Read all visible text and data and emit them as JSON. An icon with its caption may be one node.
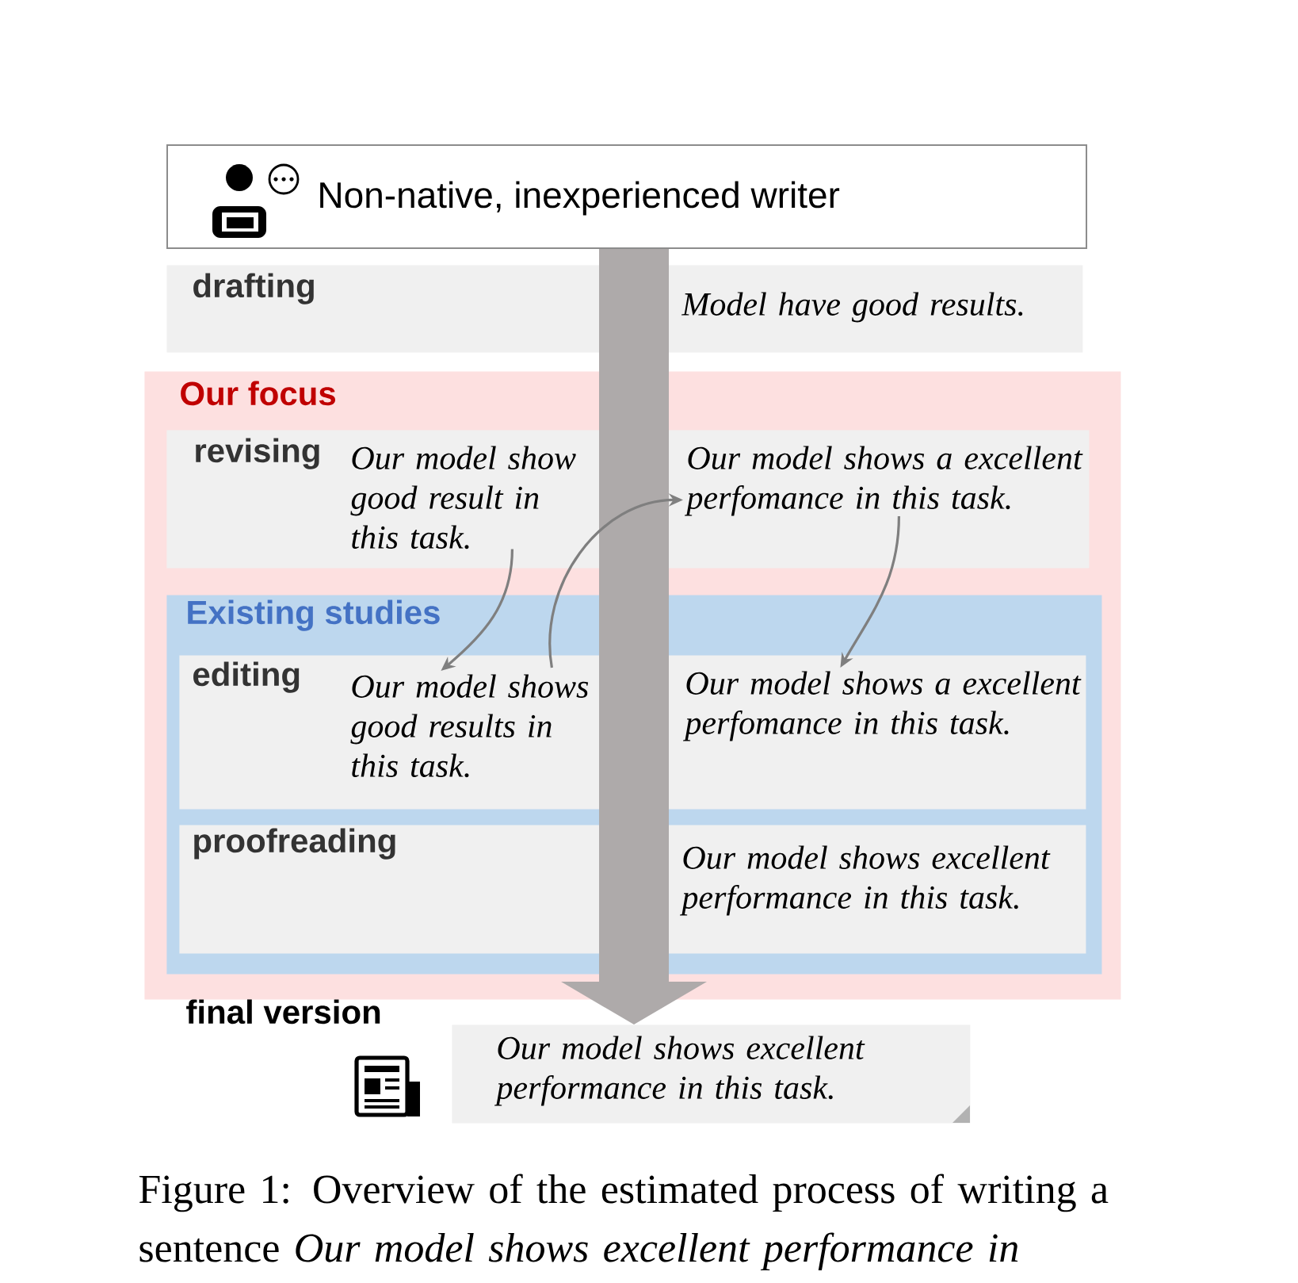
{
  "diagram": {
    "caption": "Figure 1: Overview of the estimated process of writing a sentence *Our model shows excellent performance in*",
    "nodes": [
      {
        "text": [
          "Non-native, inexperienced writer"
        ]
      },
      {
        "text": [
          "drafting",
          "Model have good results."
        ]
      },
      {
        "text": [
          "Our focus"
        ]
      },
      {
        "text": [
          "revising"
        ],
        "in": 2
      },
      {
        "text": [
          "Our model show good result in this task."
        ],
        "in": 3
      },
      {
        "text": [
          "Our model shows a excellent perfomance in this task."
        ],
        "in": 3
      },
      {
        "text": [
          "Existing studies"
        ],
        "in": 2
      },
      {
        "text": [
          "editing"
        ],
        "in": 6
      },
      {
        "text": [
          "Our model shows good results in this task."
        ],
        "in": 7
      },
      {
        "text": [
          "Our model shows a excellent perfomance in this task."
        ],
        "in": 7
      },
      {
        "text": [
          "proofreading",
          "Our model shows excellent performance in this task."
        ],
        "in": 6
      },
      {
        "text": [
          "Our model shows excellent performance in this task."
        ],
        "beside": [
          "final version"
        ]
      }
    ],
    "edges": [
      {
        "from": 4,
        "to": 8,
        "arrow": "to"
      },
      {
        "from": 8,
        "to": 5,
        "arrow": "to"
      },
      {
        "from": 5,
        "to": 9,
        "arrow": "to"
      },
      {
        "from": 0,
        "to": 11,
        "arrow": "to",
        "style": "thick",
        "color": "#aeaaaa"
      }
    ]
  }
}
